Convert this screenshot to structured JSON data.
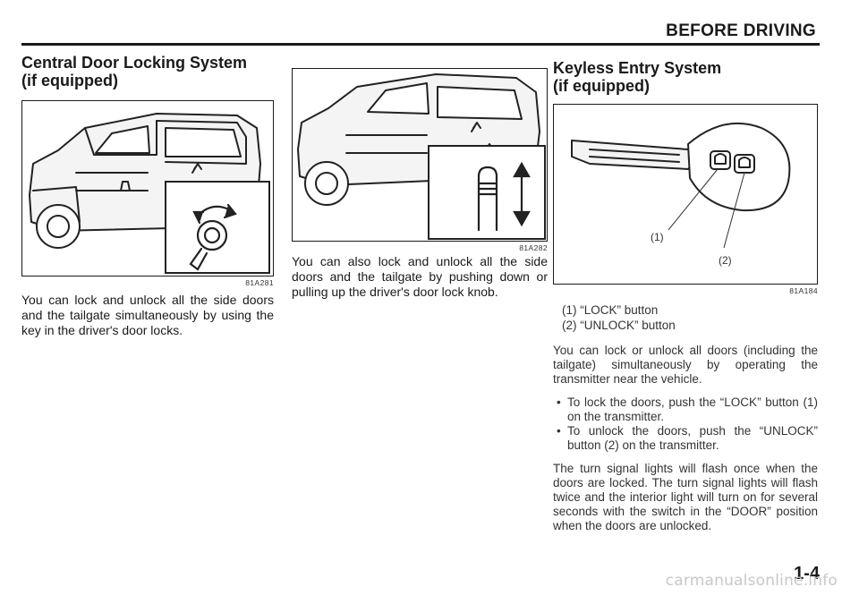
{
  "header": {
    "title": "BEFORE DRIVING"
  },
  "left": {
    "title_line1": "Central Door Locking System",
    "title_line2": "(if equipped)",
    "fig_code": "81A281",
    "text": "You can lock and unlock all the side doors and the tailgate simultaneously by using the key in the driver's door locks."
  },
  "middle": {
    "fig_code": "81A282",
    "text": "You can also lock and unlock all the side doors and the tailgate by pushing down or pulling up the driver's door lock knob."
  },
  "right": {
    "title_line1": "Keyless Entry System",
    "title_line2": "(if equipped)",
    "fig_code": "81A184",
    "callout_1": "(1)",
    "callout_2": "(2)",
    "caption_1": "(1) “LOCK” button",
    "caption_2": "(2) “UNLOCK” button",
    "para1": "You can lock or unlock all doors (including the tailgate) simultaneously by operating the transmitter near the vehicle.",
    "bullet1": "To lock the doors, push the “LOCK” button (1) on the transmitter.",
    "bullet2": "To unlock the doors, push the “UNLOCK” button (2) on the transmitter.",
    "para2": "The turn signal lights will flash once when the doors are locked. The turn signal lights will flash twice and the interior light will turn on for several seconds with the switch in the “DOOR” position when the doors are unlocked."
  },
  "footer": {
    "page_number": "1-4",
    "watermark": "carmanualsonline.info"
  }
}
